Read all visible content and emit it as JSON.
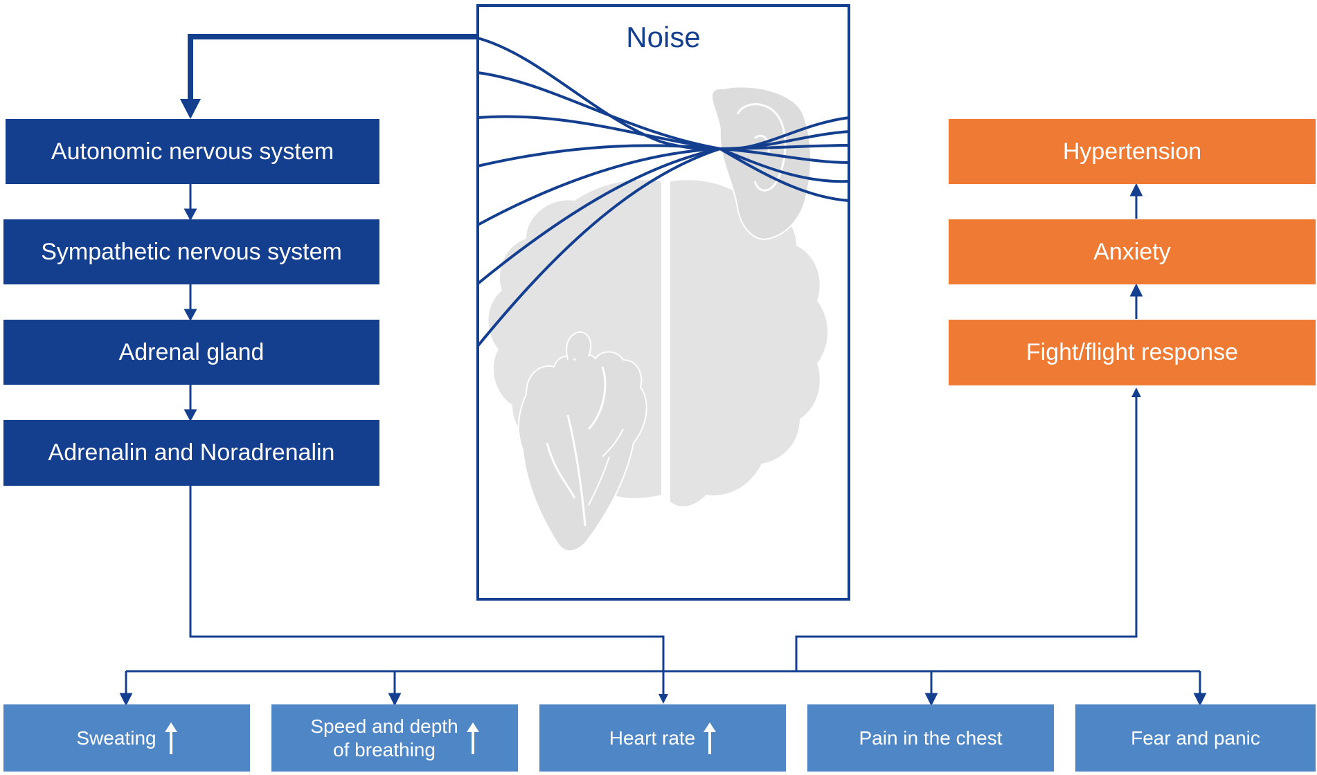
{
  "colors": {
    "dark_blue": "#143f8f",
    "light_blue": "#4f86c6",
    "orange": "#ee7a33",
    "organ_gray": "#e3e3e3"
  },
  "noise_panel": {
    "title": "Noise",
    "illustrations": [
      "ear-icon",
      "brain-icon",
      "heart-icon"
    ]
  },
  "left_chain": [
    {
      "label": "Autonomic nervous system"
    },
    {
      "label": "Sympathetic nervous system"
    },
    {
      "label": "Adrenal gland"
    },
    {
      "label": "Adrenalin and Noradrenalin"
    }
  ],
  "right_chain": [
    {
      "label": "Hypertension"
    },
    {
      "label": "Anxiety"
    },
    {
      "label": "Fight/flight response"
    }
  ],
  "bottom_effects": [
    {
      "label": "Sweating",
      "increase": true
    },
    {
      "label_line1": "Speed and depth",
      "label_line2": "of breathing",
      "increase": true
    },
    {
      "label": "Heart rate",
      "increase": true
    },
    {
      "label": "Pain in the chest",
      "increase": false
    },
    {
      "label": "Fear and panic",
      "increase": false
    }
  ]
}
